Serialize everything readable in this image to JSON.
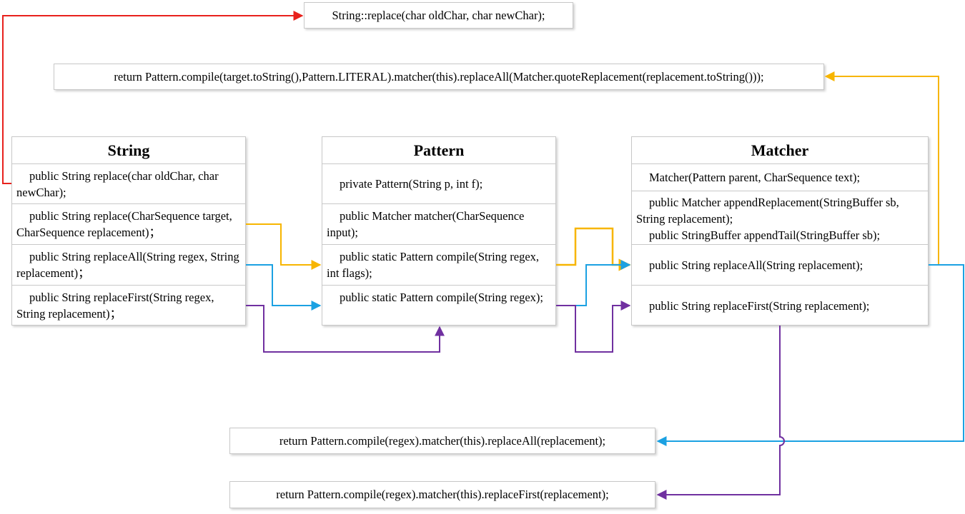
{
  "notes": {
    "char_replace": "String::replace(char oldChar, char newChar);",
    "literal_replace": "return Pattern.compile(target.toString(),Pattern.LITERAL).matcher(this).replaceAll(Matcher.quoteReplacement(replacement.toString()));",
    "replace_all": "return Pattern.compile(regex).matcher(this).replaceAll(replacement);",
    "replace_first": "return Pattern.compile(regex).matcher(this).replaceFirst(replacement);"
  },
  "string_class": {
    "title": "String",
    "methods": [
      "public String replace(char oldChar, char newChar);",
      "public String replace(CharSequence target, CharSequence replacement)；",
      "public String replaceAll(String regex, String replacement)；",
      "public String replaceFirst(String regex, String replacement)；"
    ]
  },
  "pattern_class": {
    "title": "Pattern",
    "methods": [
      "private Pattern(String p, int f);",
      "public Matcher matcher(CharSequence input);",
      "public static Pattern compile(String regex, int flags);",
      "public static Pattern compile(String regex);"
    ]
  },
  "matcher_class": {
    "title": "Matcher",
    "methods": [
      "Matcher(Pattern parent, CharSequence text);",
      "public Matcher appendReplacement(StringBuffer sb, String replacement);",
      "public StringBuffer appendTail(StringBuffer sb);",
      "public String replaceAll(String replacement);",
      "public String replaceFirst(String replacement);"
    ]
  },
  "colors": {
    "red": "#e8211c",
    "yellow": "#f7b500",
    "blue": "#1ba1e2",
    "purple": "#7030a0",
    "box_border": "#c8c8c8"
  }
}
